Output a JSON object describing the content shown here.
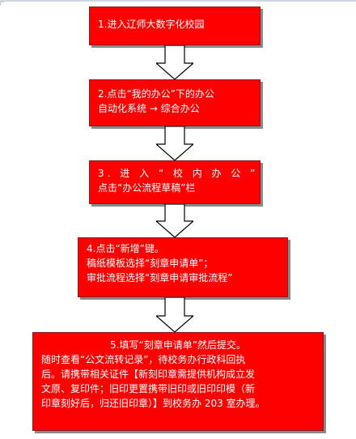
{
  "steps": [
    {
      "lines": [
        "1.进入辽师大数字化校园"
      ]
    },
    {
      "lines": [
        "2.点击“我的办公”下的办公",
        "自动化系统 → 综合办公"
      ]
    },
    {
      "lines": [
        "3. 进 入 “ 校 内 办 公 ”",
        "点击“办公流程草稿”栏"
      ]
    },
    {
      "lines": [
        "4.点击“新增”键。",
        "稿纸模板选择“刻章申请单”；",
        "审批流程选择“刻章申请审批流程”"
      ]
    },
    {
      "lines": [
        "5.填写“刻章申请单”然后提交。",
        "随时查看“公文流转记录”，待校务办行政科回执",
        "后。请携带相关证件【新刻印章需提供机构成立发",
        "文原、复印件；旧印更置携带旧印或旧印印模（新",
        "印章刻好后，归还旧印章）】到校务办 203 室办理。"
      ]
    }
  ],
  "colors": {
    "box_fill": "#ff0000",
    "box_text": "#ffffff",
    "arrow_fill": "#ffffff",
    "arrow_stroke": "#000000"
  }
}
